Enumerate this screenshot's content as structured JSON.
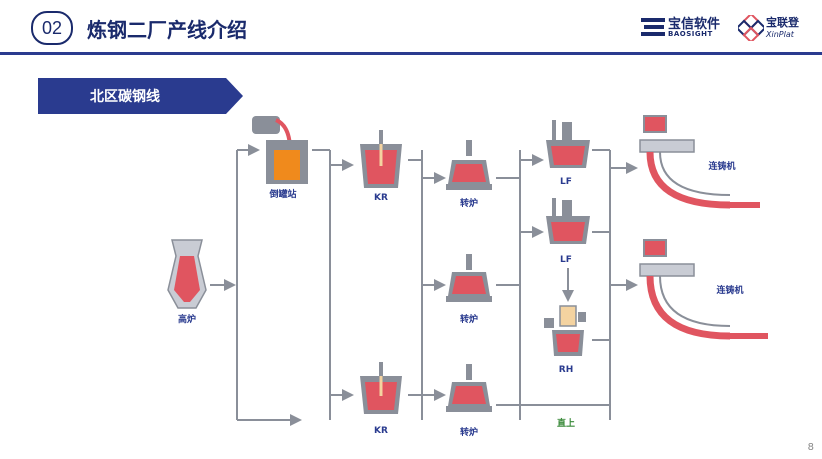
{
  "header": {
    "section_number": "02",
    "title": "炼钢二厂产线介绍",
    "logo_primary": "宝信软件",
    "logo_primary_sub": "BAOSIGHT",
    "logo_secondary": "宝联登",
    "logo_secondary_sub": "XinPlat"
  },
  "section": {
    "label": "北区碳钢线"
  },
  "diagram": {
    "labels": {
      "blast_furnace": "高炉",
      "tilting_station": "倒罐站",
      "kr_top": "KR",
      "kr_bottom": "KR",
      "converter_1": "转炉",
      "converter_2": "转炉",
      "converter_3": "转炉",
      "lf_1": "LF",
      "lf_2": "LF",
      "rh": "RH",
      "direct": "直上",
      "caster_1": "连铸机",
      "caster_2": "连铸机"
    }
  },
  "page": {
    "number": "8"
  },
  "colors": {
    "brand_navy": "#1a2a6c",
    "banner_blue": "#2a3b8f",
    "steel_red": "#e05560",
    "vessel_gray": "#8a8f99",
    "direct_green": "#3a8a3a"
  }
}
